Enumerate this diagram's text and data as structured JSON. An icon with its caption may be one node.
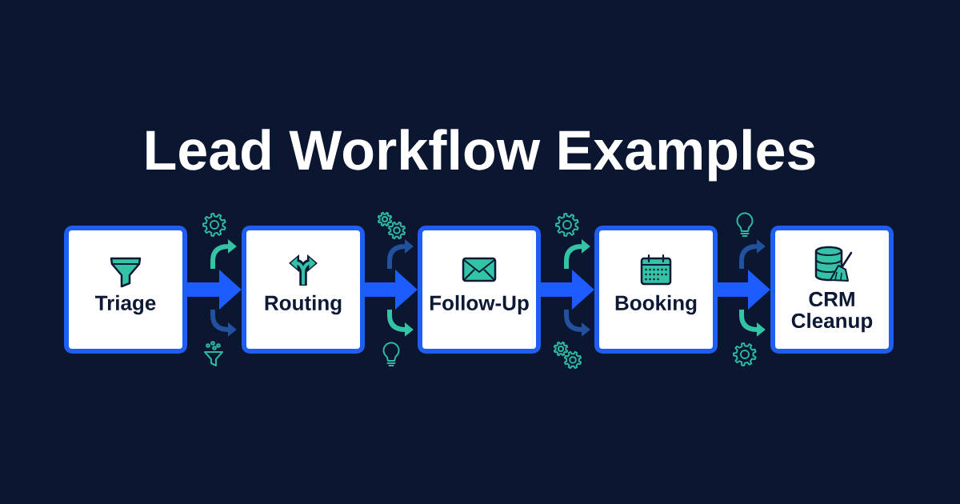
{
  "diagram": {
    "title": "Lead Workflow Examples",
    "nodes": [
      {
        "text": [
          "Triage"
        ]
      },
      {
        "text": [
          "Routing"
        ]
      },
      {
        "text": [
          "Follow-Up"
        ]
      },
      {
        "text": [
          "Booking"
        ]
      },
      {
        "text": [
          "CRM Cleanup"
        ]
      }
    ],
    "edges": [
      {
        "from": 0,
        "to": 1,
        "arrow": "to"
      },
      {
        "from": 1,
        "to": 2,
        "arrow": "to"
      },
      {
        "from": 2,
        "to": 3,
        "arrow": "to"
      },
      {
        "from": 3,
        "to": 4,
        "arrow": "to"
      }
    ]
  }
}
